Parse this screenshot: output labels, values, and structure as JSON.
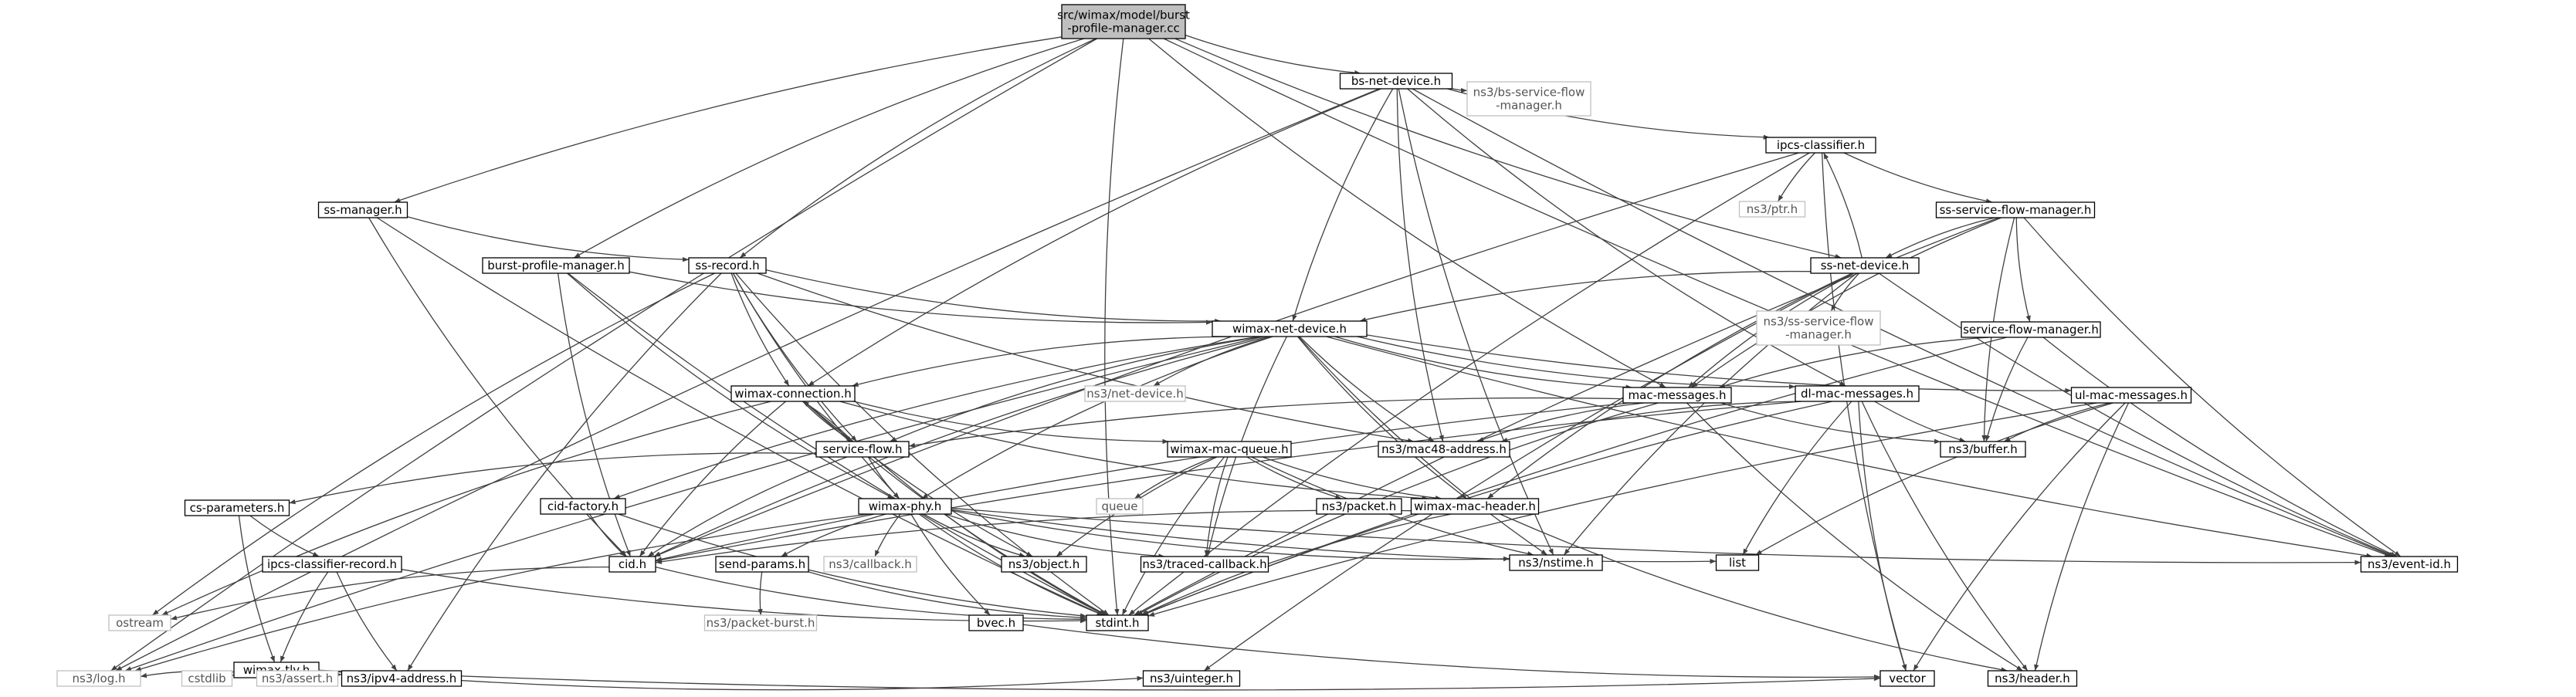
{
  "colors": {
    "root_fill": "#bfbfbf",
    "node_stroke": "#000000",
    "system_stroke": "#bfbfbf",
    "edge": "#404040",
    "text": "#000000",
    "system_text": "#555555"
  },
  "nodes": {
    "root": {
      "lines": [
        "src/wimax/model/burst",
        "-profile-manager.cc"
      ],
      "kind": "root"
    },
    "bs_net_device": {
      "lines": [
        "bs-net-device.h"
      ],
      "kind": "project"
    },
    "ns3_log": {
      "lines": [
        "ns3/log.h"
      ],
      "kind": "system"
    },
    "ss_manager": {
      "lines": [
        "ss-manager.h"
      ],
      "kind": "project"
    },
    "burst_profile_manager": {
      "lines": [
        "burst-profile-manager.h"
      ],
      "kind": "project"
    },
    "ss_record": {
      "lines": [
        "ss-record.h"
      ],
      "kind": "project"
    },
    "mac_messages": {
      "lines": [
        "mac-messages.h"
      ],
      "kind": "project"
    },
    "ss_net_device": {
      "lines": [
        "ss-net-device.h"
      ],
      "kind": "project"
    },
    "ns3_event_id": {
      "lines": [
        "ns3/event-id.h"
      ],
      "kind": "project"
    },
    "stdint": {
      "lines": [
        "stdint.h"
      ],
      "kind": "project"
    },
    "ns3_bs_sfm": {
      "lines": [
        "ns3/bs-service-flow",
        "-manager.h"
      ],
      "kind": "system"
    },
    "ipcs_classifier": {
      "lines": [
        "ipcs-classifier.h"
      ],
      "kind": "project"
    },
    "ns3_ptr": {
      "lines": [
        "ns3/ptr.h"
      ],
      "kind": "system"
    },
    "ss_sfm": {
      "lines": [
        "ss-service-flow-manager.h"
      ],
      "kind": "project"
    },
    "ns3_ss_sfm": {
      "lines": [
        "ns3/ss-service-flow",
        "-manager.h"
      ],
      "kind": "system"
    },
    "sfm": {
      "lines": [
        "service-flow-manager.h"
      ],
      "kind": "project"
    },
    "wimax_net_device": {
      "lines": [
        "wimax-net-device.h"
      ],
      "kind": "project"
    },
    "ns3_net_device": {
      "lines": [
        "ns3/net-device.h"
      ],
      "kind": "system"
    },
    "dl_mac_messages": {
      "lines": [
        "dl-mac-messages.h"
      ],
      "kind": "project"
    },
    "ul_mac_messages": {
      "lines": [
        "ul-mac-messages.h"
      ],
      "kind": "project"
    },
    "wimax_connection": {
      "lines": [
        "wimax-connection.h"
      ],
      "kind": "project"
    },
    "ns3_mac48": {
      "lines": [
        "ns3/mac48-address.h"
      ],
      "kind": "project"
    },
    "ns3_buffer": {
      "lines": [
        "ns3/buffer.h"
      ],
      "kind": "project"
    },
    "service_flow": {
      "lines": [
        "service-flow.h"
      ],
      "kind": "project"
    },
    "wimax_mac_queue": {
      "lines": [
        "wimax-mac-queue.h"
      ],
      "kind": "project"
    },
    "queue": {
      "lines": [
        "queue"
      ],
      "kind": "system"
    },
    "ns3_packet": {
      "lines": [
        "ns3/packet.h"
      ],
      "kind": "project"
    },
    "wimax_mac_header": {
      "lines": [
        "wimax-mac-header.h"
      ],
      "kind": "project"
    },
    "cs_parameters": {
      "lines": [
        "cs-parameters.h"
      ],
      "kind": "project"
    },
    "cid_factory": {
      "lines": [
        "cid-factory.h"
      ],
      "kind": "project"
    },
    "wimax_phy": {
      "lines": [
        "wimax-phy.h"
      ],
      "kind": "project"
    },
    "cid": {
      "lines": [
        "cid.h"
      ],
      "kind": "project"
    },
    "list": {
      "lines": [
        "list"
      ],
      "kind": "project"
    },
    "ipcs_classifier_record": {
      "lines": [
        "ipcs-classifier-record.h"
      ],
      "kind": "project"
    },
    "send_params": {
      "lines": [
        "send-params.h"
      ],
      "kind": "project"
    },
    "ns3_callback": {
      "lines": [
        "ns3/callback.h"
      ],
      "kind": "system"
    },
    "ns3_object": {
      "lines": [
        "ns3/object.h"
      ],
      "kind": "project"
    },
    "ns3_traced_callback": {
      "lines": [
        "ns3/traced-callback.h"
      ],
      "kind": "project"
    },
    "ns3_nstime": {
      "lines": [
        "ns3/nstime.h"
      ],
      "kind": "project"
    },
    "ostream": {
      "lines": [
        "ostream"
      ],
      "kind": "system"
    },
    "ns3_packet_burst": {
      "lines": [
        "ns3/packet-burst.h"
      ],
      "kind": "system"
    },
    "bvec": {
      "lines": [
        "bvec.h"
      ],
      "kind": "project"
    },
    "wimax_tlv": {
      "lines": [
        "wimax-tlv.h"
      ],
      "kind": "project"
    },
    "cstdlib": {
      "lines": [
        "cstdlib"
      ],
      "kind": "system"
    },
    "ns3_assert": {
      "lines": [
        "ns3/assert.h"
      ],
      "kind": "system"
    },
    "ns3_ipv4": {
      "lines": [
        "ns3/ipv4-address.h"
      ],
      "kind": "project"
    },
    "ns3_uinteger": {
      "lines": [
        "ns3/uinteger.h"
      ],
      "kind": "project"
    },
    "vector": {
      "lines": [
        "vector"
      ],
      "kind": "project"
    },
    "ns3_header": {
      "lines": [
        "ns3/header.h"
      ],
      "kind": "project"
    }
  },
  "edges": [
    [
      "root",
      "bs_net_device"
    ],
    [
      "root",
      "ns3_log"
    ],
    [
      "root",
      "ss_manager"
    ],
    [
      "root",
      "burst_profile_manager"
    ],
    [
      "root",
      "ss_record"
    ],
    [
      "root",
      "mac_messages"
    ],
    [
      "root",
      "ss_net_device"
    ],
    [
      "root",
      "ns3_event_id"
    ],
    [
      "root",
      "stdint"
    ],
    [
      "bs_net_device",
      "ns3_bs_sfm"
    ],
    [
      "bs_net_device",
      "ipcs_classifier"
    ],
    [
      "bs_net_device",
      "wimax_net_device"
    ],
    [
      "bs_net_device",
      "wimax_connection"
    ],
    [
      "bs_net_device",
      "ns3_mac48"
    ],
    [
      "bs_net_device",
      "ns3_nstime"
    ],
    [
      "bs_net_device",
      "dl_mac_messages"
    ],
    [
      "bs_net_device",
      "ns3_event_id"
    ],
    [
      "bs_net_device",
      "ns3_log"
    ],
    [
      "ipcs_classifier",
      "ns3_ptr"
    ],
    [
      "ipcs_classifier",
      "ss_sfm"
    ],
    [
      "ipcs_classifier",
      "cid"
    ],
    [
      "ipcs_classifier",
      "stdint"
    ],
    [
      "ipcs_classifier",
      "vector"
    ],
    [
      "ss_sfm",
      "ss_net_device"
    ],
    [
      "ss_sfm",
      "sfm"
    ],
    [
      "ss_sfm",
      "mac_messages"
    ],
    [
      "ss_sfm",
      "ns3_buffer"
    ],
    [
      "ss_sfm",
      "ns3_event_id"
    ],
    [
      "ss_sfm",
      "stdint"
    ],
    [
      "ss_net_device",
      "ipcs_classifier"
    ],
    [
      "ss_net_device",
      "ns3_ss_sfm"
    ],
    [
      "ss_net_device",
      "wimax_net_device"
    ],
    [
      "ss_net_device",
      "mac_messages"
    ],
    [
      "ss_net_device",
      "wimax_mac_header"
    ],
    [
      "ss_net_device",
      "ns3_nstime"
    ],
    [
      "ss_net_device",
      "ns3_event_id"
    ],
    [
      "ss_net_device",
      "ns3_uinteger"
    ],
    [
      "sfm",
      "mac_messages"
    ],
    [
      "sfm",
      "ns3_buffer"
    ],
    [
      "sfm",
      "ns3_event_id"
    ],
    [
      "sfm",
      "stdint"
    ],
    [
      "ss_manager",
      "ss_record"
    ],
    [
      "ss_manager",
      "cid"
    ],
    [
      "ss_manager",
      "stdint"
    ],
    [
      "burst_profile_manager",
      "wimax_net_device"
    ],
    [
      "burst_profile_manager",
      "cid"
    ],
    [
      "burst_profile_manager",
      "wimax_phy"
    ],
    [
      "burst_profile_manager",
      "stdint"
    ],
    [
      "ss_record",
      "wimax_net_device"
    ],
    [
      "ss_record",
      "wimax_connection"
    ],
    [
      "ss_record",
      "service_flow"
    ],
    [
      "ss_record",
      "ns3_mac48"
    ],
    [
      "ss_record",
      "wimax_phy"
    ],
    [
      "ss_record",
      "ostream"
    ],
    [
      "ss_record",
      "ns3_ipv4"
    ],
    [
      "ss_record",
      "stdint"
    ],
    [
      "wimax_net_device",
      "ns3_net_device"
    ],
    [
      "wimax_net_device",
      "dl_mac_messages"
    ],
    [
      "wimax_net_device",
      "ul_mac_messages"
    ],
    [
      "wimax_net_device",
      "mac_messages"
    ],
    [
      "wimax_net_device",
      "wimax_connection"
    ],
    [
      "wimax_net_device",
      "ns3_mac48"
    ],
    [
      "wimax_net_device",
      "wimax_phy"
    ],
    [
      "wimax_net_device",
      "cid_factory"
    ],
    [
      "wimax_net_device",
      "wimax_mac_header"
    ],
    [
      "wimax_net_device",
      "ns3_traced_callback"
    ],
    [
      "wimax_net_device",
      "ns3_nstime"
    ],
    [
      "wimax_net_device",
      "ns3_event_id"
    ],
    [
      "wimax_net_device",
      "cid"
    ],
    [
      "wimax_net_device",
      "ns3_log"
    ],
    [
      "wimax_net_device",
      "service_flow"
    ],
    [
      "mac_messages",
      "ns3_mac48"
    ],
    [
      "mac_messages",
      "ns3_buffer"
    ],
    [
      "mac_messages",
      "service_flow"
    ],
    [
      "mac_messages",
      "cid"
    ],
    [
      "mac_messages",
      "stdint"
    ],
    [
      "mac_messages",
      "ns3_header"
    ],
    [
      "dl_mac_messages",
      "ns3_buffer"
    ],
    [
      "dl_mac_messages",
      "ns3_mac48"
    ],
    [
      "dl_mac_messages",
      "list"
    ],
    [
      "dl_mac_messages",
      "vector"
    ],
    [
      "dl_mac_messages",
      "stdint"
    ],
    [
      "dl_mac_messages",
      "ns3_header"
    ],
    [
      "dl_mac_messages",
      "cid"
    ],
    [
      "ul_mac_messages",
      "ns3_buffer"
    ],
    [
      "ul_mac_messages",
      "list"
    ],
    [
      "ul_mac_messages",
      "vector"
    ],
    [
      "ul_mac_messages",
      "stdint"
    ],
    [
      "ul_mac_messages",
      "ns3_header"
    ],
    [
      "wimax_connection",
      "service_flow"
    ],
    [
      "wimax_connection",
      "wimax_mac_queue"
    ],
    [
      "wimax_connection",
      "wimax_mac_header"
    ],
    [
      "wimax_connection",
      "cid"
    ],
    [
      "wimax_connection",
      "ns3_object"
    ],
    [
      "wimax_connection",
      "stdint"
    ],
    [
      "wimax_connection",
      "ostream"
    ],
    [
      "service_flow",
      "wimax_connection"
    ],
    [
      "service_flow",
      "cs_parameters"
    ],
    [
      "service_flow",
      "wimax_phy"
    ],
    [
      "service_flow",
      "cid"
    ],
    [
      "service_flow",
      "stdint"
    ],
    [
      "wimax_mac_queue",
      "queue"
    ],
    [
      "wimax_mac_queue",
      "ns3_packet"
    ],
    [
      "wimax_mac_queue",
      "wimax_mac_header"
    ],
    [
      "wimax_mac_queue",
      "ns3_object"
    ],
    [
      "wimax_mac_queue",
      "ns3_traced_callback"
    ],
    [
      "wimax_mac_queue",
      "ns3_nstime"
    ],
    [
      "wimax_mac_queue",
      "stdint"
    ],
    [
      "wimax_mac_header",
      "cid"
    ],
    [
      "wimax_mac_header",
      "stdint"
    ],
    [
      "wimax_mac_header",
      "ns3_header"
    ],
    [
      "cs_parameters",
      "ipcs_classifier_record"
    ],
    [
      "cs_parameters",
      "wimax_tlv"
    ],
    [
      "cid_factory",
      "cid"
    ],
    [
      "cid_factory",
      "stdint"
    ],
    [
      "wimax_phy",
      "send_params"
    ],
    [
      "wimax_phy",
      "ns3_callback"
    ],
    [
      "wimax_phy",
      "ns3_object"
    ],
    [
      "wimax_phy",
      "ns3_traced_callback"
    ],
    [
      "wimax_phy",
      "ns3_nstime"
    ],
    [
      "wimax_phy",
      "bvec"
    ],
    [
      "wimax_phy",
      "list"
    ],
    [
      "wimax_phy",
      "ns3_event_id"
    ],
    [
      "wimax_phy",
      "ns3_log"
    ],
    [
      "wimax_phy",
      "stdint"
    ],
    [
      "cid",
      "ostream"
    ],
    [
      "cid",
      "stdint"
    ],
    [
      "ipcs_classifier_record",
      "wimax_tlv"
    ],
    [
      "ipcs_classifier_record",
      "ns3_ipv4"
    ],
    [
      "ipcs_classifier_record",
      "stdint"
    ],
    [
      "send_params",
      "ns3_packet_burst"
    ],
    [
      "send_params",
      "stdint"
    ],
    [
      "bvec",
      "vector"
    ],
    [
      "wimax_tlv",
      "ns3_log"
    ],
    [
      "wimax_tlv",
      "cstdlib"
    ],
    [
      "wimax_tlv",
      "ns3_assert"
    ],
    [
      "wimax_tlv",
      "ns3_ipv4"
    ],
    [
      "wimax_tlv",
      "ns3_uinteger"
    ],
    [
      "wimax_tlv",
      "vector"
    ]
  ]
}
